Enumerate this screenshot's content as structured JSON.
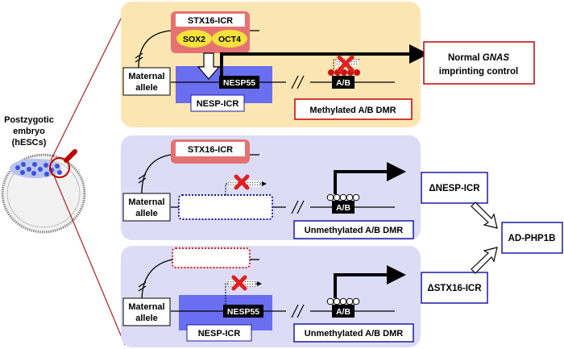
{
  "embryo": {
    "title_line1": "Postzygotic",
    "title_line2": "embryo",
    "title_line3": "(hESCs)"
  },
  "panel_top": {
    "stx16_icr": "STX16-ICR",
    "sox2": "SOX2",
    "oct4": "OCT4",
    "maternal_line1": "Maternal",
    "maternal_line2": "allele",
    "nesp55": "NESP55",
    "nesp_icr": "NESP-ICR",
    "ab": "A/B",
    "dmr_status": "Methylated A/B DMR",
    "outcome_line1": "Normal GNAS",
    "outcome_line2": "imprinting control"
  },
  "panel_mid": {
    "stx16_icr": "STX16-ICR",
    "maternal_line1": "Maternal",
    "maternal_line2": "allele",
    "ab": "A/B",
    "dmr_status": "Unmethylated A/B DMR",
    "deletion_label": "ΔNESP-ICR"
  },
  "panel_bot": {
    "maternal_line1": "Maternal",
    "maternal_line2": "allele",
    "nesp55": "NESP55",
    "nesp_icr": "NESP-ICR",
    "ab": "A/B",
    "dmr_status": "Unmethylated A/B DMR",
    "deletion_label": "ΔSTX16-ICR"
  },
  "result": {
    "label": "AD-PHP1B"
  },
  "colors": {
    "top_panel_bg": "#fbe6b3",
    "lower_panel_bg": "#dcdcf6",
    "stx16_fill": "#e57272",
    "nesp_icr_fill": "#6a6ef0",
    "tf_yellow": "#f6e23a",
    "red_x": "#e02020",
    "methyl_red": "#c81414",
    "outline_red": "#c00000",
    "outline_blue": "#1a1aa8"
  }
}
